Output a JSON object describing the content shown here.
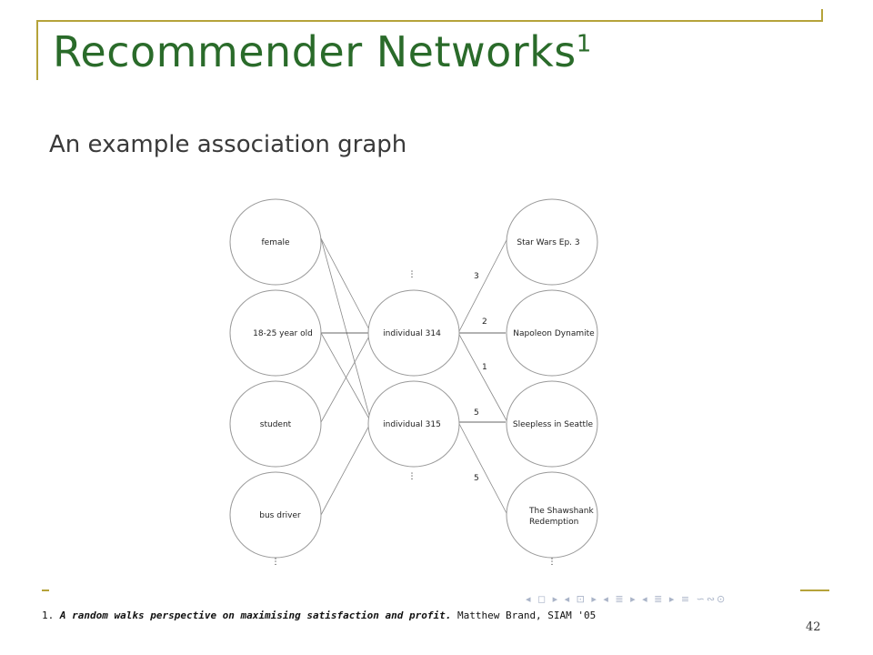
{
  "slide": {
    "title": "Recommender Networks",
    "title_superscript": "1",
    "subtitle": "An example association graph",
    "page_number": "42"
  },
  "graph": {
    "left_nodes": [
      "female",
      "18-25 year old",
      "student",
      "bus driver"
    ],
    "middle_nodes": [
      "individual 314",
      "individual 315"
    ],
    "right_nodes": [
      "Star Wars Ep. 3",
      "Napoleon Dynamite",
      "Sleepless in Seattle",
      "The Shawshank Redemption"
    ],
    "ellipsis": "⋮",
    "edge_weights": [
      "3",
      "2",
      "1",
      "5",
      "5"
    ]
  },
  "footnote": {
    "number": "1.",
    "title": "A random walks perspective on maximising satisfaction and profit.",
    "author": "Matthew Brand, SIAM '05"
  },
  "nav": {
    "icons": "◂ ◻ ▸  ◂ ⊡ ▸  ◂ ≣ ▸  ◂ ≣ ▸   ≡   ∽∾⊙"
  },
  "colors": {
    "title": "#2a6b2a",
    "frame": "#b5a33a",
    "nav": "#aab4c8"
  }
}
